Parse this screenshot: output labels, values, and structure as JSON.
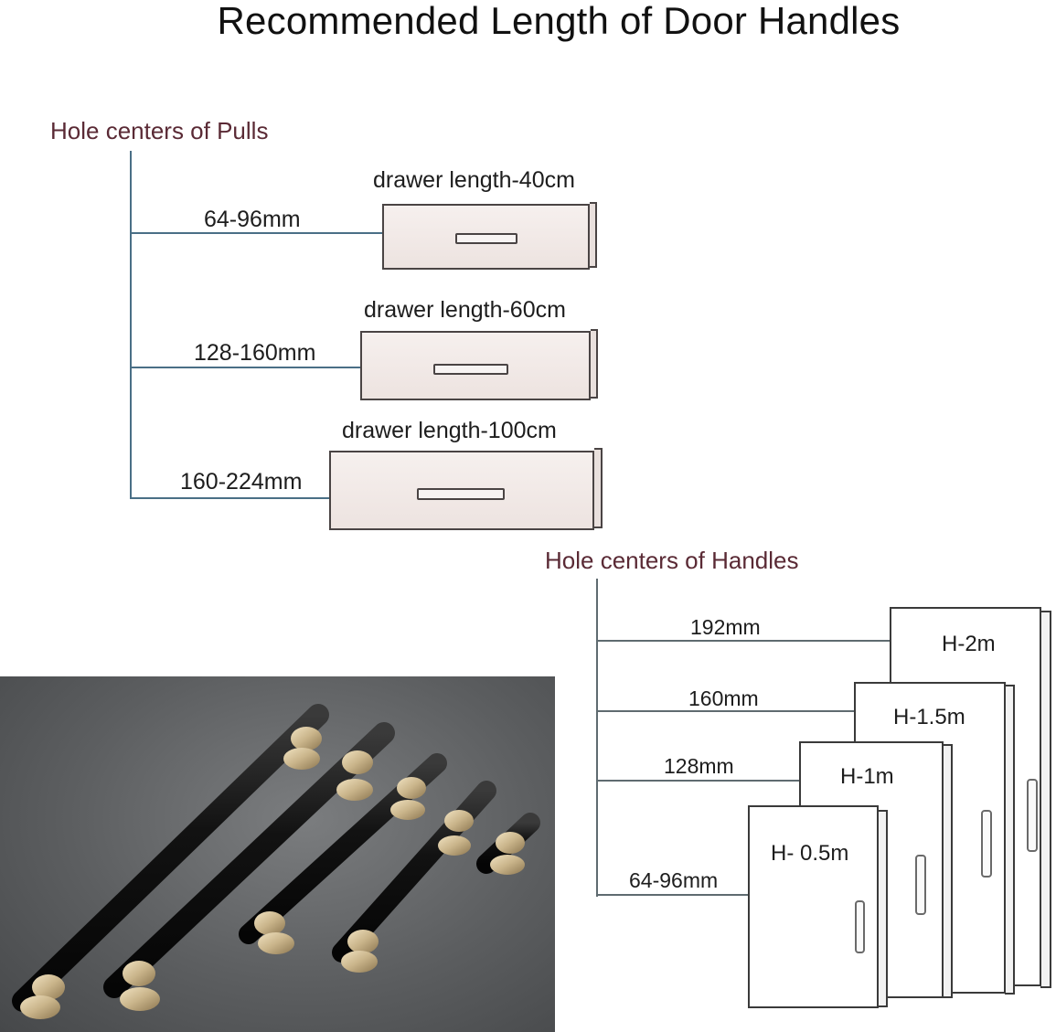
{
  "title": "Recommended Length of Door Handles",
  "pulls": {
    "heading": "Hole centers of Pulls",
    "rows": [
      {
        "size": "64-96mm",
        "drawer": "drawer length-40cm"
      },
      {
        "size": "128-160mm",
        "drawer": "drawer length-60cm"
      },
      {
        "size": "160-224mm",
        "drawer": "drawer length-100cm"
      }
    ]
  },
  "handles": {
    "heading": "Hole centers of Handles",
    "rows": [
      {
        "size": "192mm",
        "door": "H-2m"
      },
      {
        "size": "160mm",
        "door": "H-1.5m"
      },
      {
        "size": "128mm",
        "door": "H-1m"
      },
      {
        "size": "64-96mm",
        "door": "H- 0.5m"
      }
    ]
  },
  "photo": {
    "handle_count": 5,
    "bar_color": "#111111",
    "hardware_color": "#c9b48a",
    "background_color": "#5c5e60"
  }
}
